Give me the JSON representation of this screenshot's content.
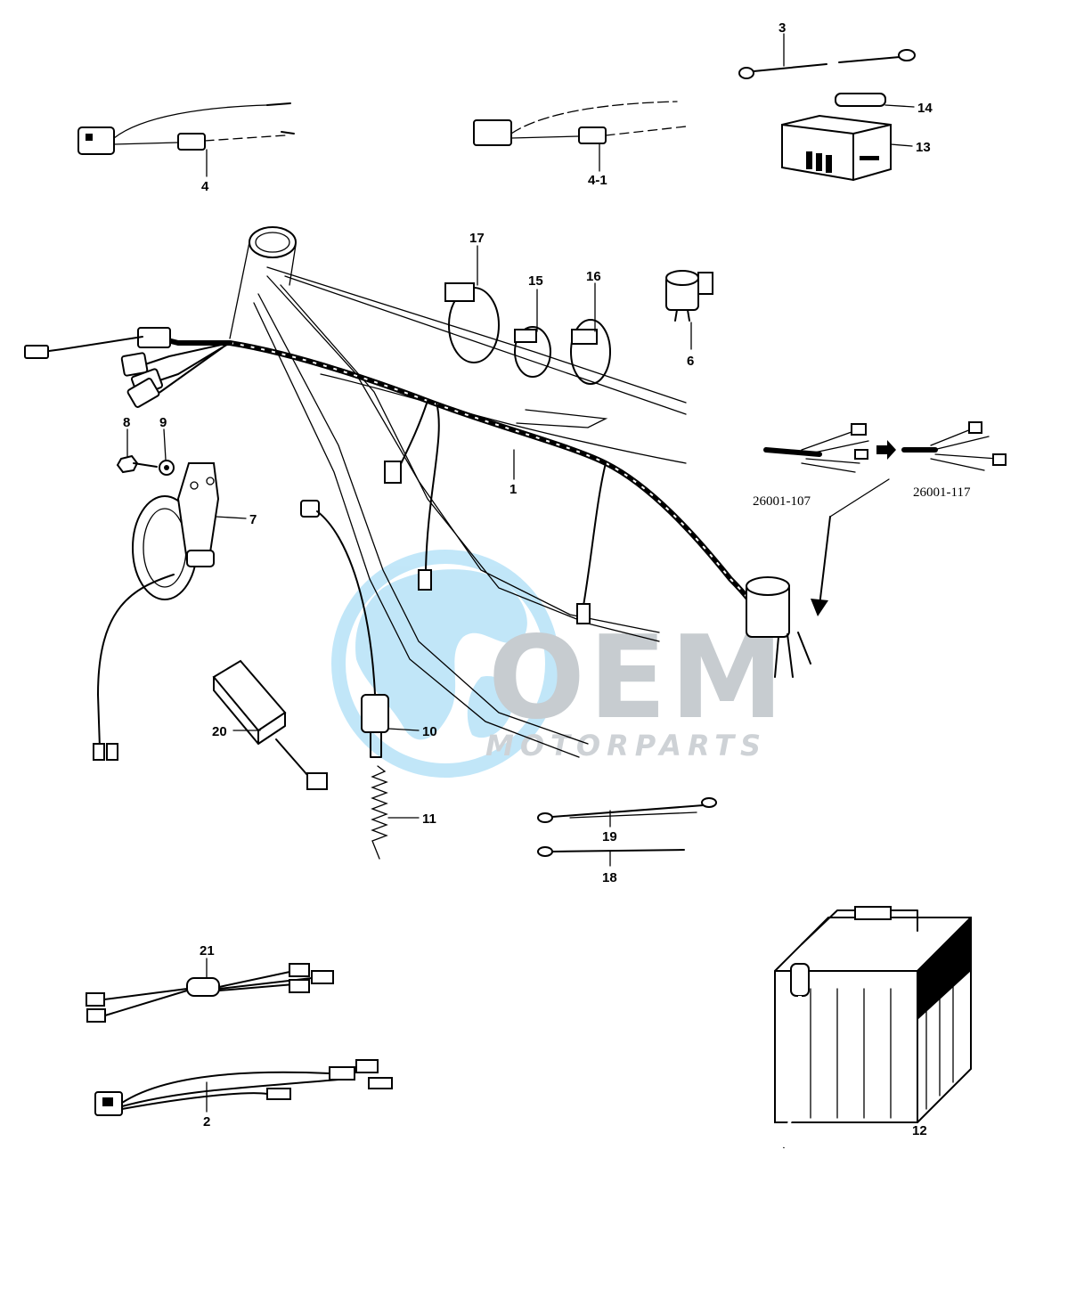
{
  "callouts": {
    "c1": "1",
    "c2": "2",
    "c3": "3",
    "c4": "4",
    "c4_1": "4-1",
    "c6": "6",
    "c7": "7",
    "c8": "8",
    "c9": "9",
    "c10": "10",
    "c11": "11",
    "c12": "12",
    "c13": "13",
    "c14": "14",
    "c15": "15",
    "c16": "16",
    "c17": "17",
    "c18": "18",
    "c19": "19",
    "c20": "20",
    "c21": "21"
  },
  "part_numbers": {
    "old": "26001-107",
    "new": "26001-117"
  },
  "watermark": {
    "brand": "OEM",
    "tagline": "MOTORPARTS",
    "globe_color": "#8fd3f4",
    "text_color": "#9aa3aa"
  }
}
